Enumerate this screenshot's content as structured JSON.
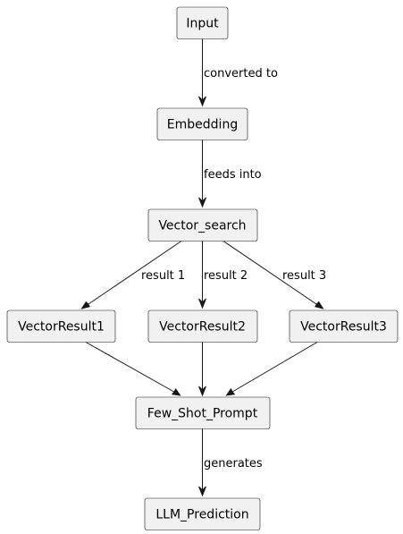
{
  "nodes": {
    "input": "Input",
    "embedding": "Embedding",
    "vector_search": "Vector_search",
    "vector_result_1": "VectorResult1",
    "vector_result_2": "VectorResult2",
    "vector_result_3": "VectorResult3",
    "few_shot_prompt": "Few_Shot_Prompt",
    "llm_prediction": "LLM_Prediction"
  },
  "edges": {
    "input_to_embedding": "converted to",
    "embedding_to_vector_search": "feeds into",
    "search_to_result_1": "result 1",
    "search_to_result_2": "result 2",
    "search_to_result_3": "result 3",
    "prompt_to_prediction": "generates"
  }
}
